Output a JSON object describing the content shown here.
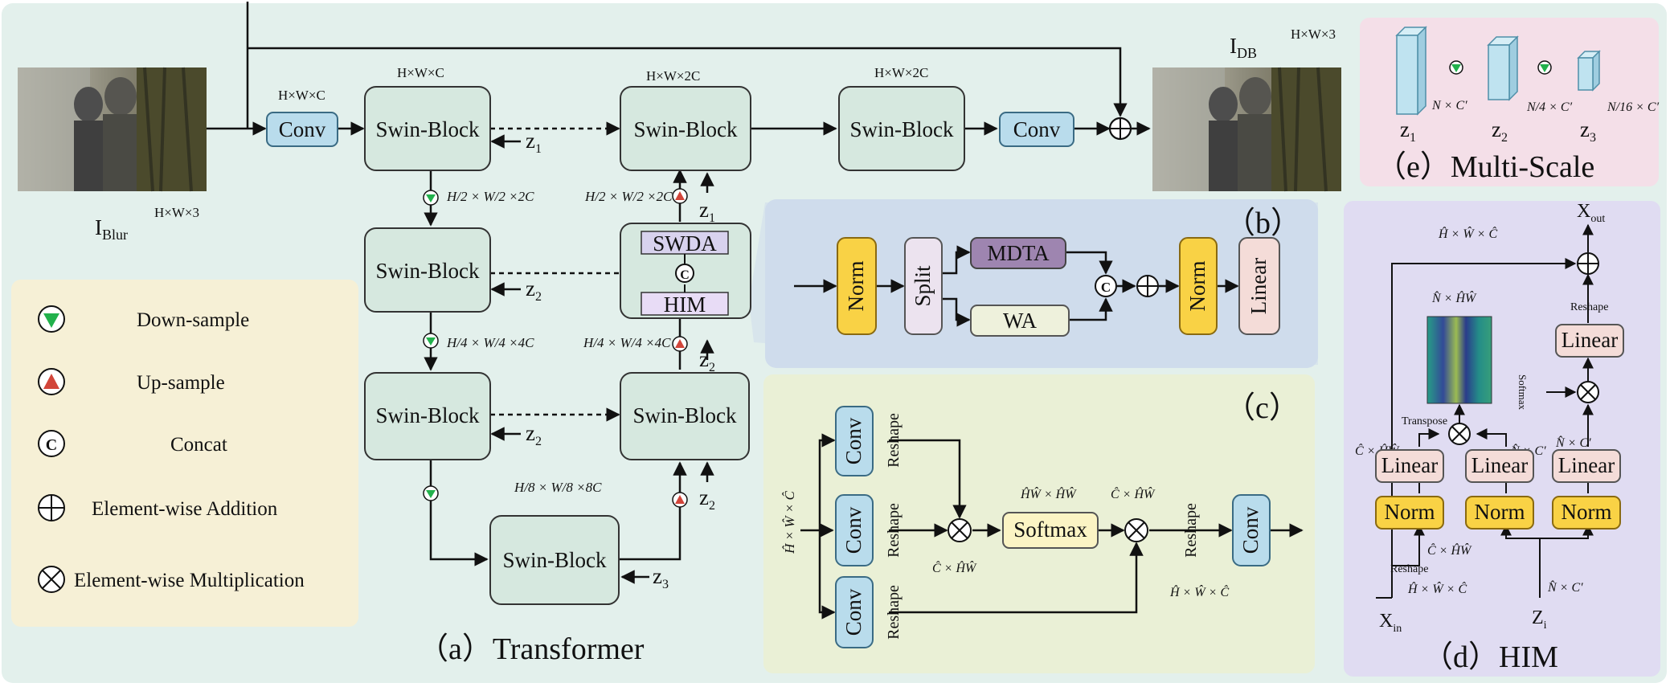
{
  "colors": {
    "main_panel": "#e3f0ec",
    "legend_panel": "#f6f0d6",
    "panel_b": "#cfdcec",
    "panel_c": "#eaf0d6",
    "panel_d": "#e0dcf2",
    "panel_e": "#f4dfe8",
    "swin_block": "#d6e8df",
    "conv_block": "#b9dcec",
    "norm_block": "#f9d245",
    "linear_block": "#f4dcd8",
    "mdta_block": "#9e85b0",
    "softmax_block": "#fbf4c4",
    "down_sample": "#22b14c",
    "up_sample": "#d2453a"
  },
  "icons": [
    "down-sample-icon",
    "up-sample-icon",
    "concat-icon",
    "add-icon",
    "multiply-icon"
  ],
  "inputs": {
    "blur_label": "I",
    "blur_sub": "Blur",
    "blur_dim": "H×W×3",
    "db_label": "I",
    "db_sub": "DB",
    "db_dim": "H×W×3"
  },
  "transformer": {
    "title": "（a）Transformer",
    "swin": "Swin-Block",
    "conv": "Conv",
    "swda": "SWDA",
    "him": "HIM",
    "concat": "C",
    "dim_conv_in": "H×W×C",
    "dim_swin1": "H×W×C",
    "dim_swin_up1": "H×W×2C",
    "dim_swin_out": "H×W×2C",
    "dim_down1": "H/2 × W/2 ×2C",
    "dim_up1": "H/2 × W/2 ×2C",
    "dim_down2": "H/4 × W/4 ×4C",
    "dim_up2": "H/4 × W/4 ×4C",
    "dim_bottom": "H/8 × W/8 ×8C",
    "z": "z",
    "z1": "1",
    "z2": "2",
    "z3": "3"
  },
  "legend": {
    "items": [
      "Down-sample",
      "Up-sample",
      "Concat",
      "Element-wise Addition",
      "Element-wise Multiplication"
    ]
  },
  "panel_b": {
    "label": "（b）",
    "norm": "Norm",
    "split": "Split",
    "mdta": "MDTA",
    "wa": "WA",
    "norm2": "Norm",
    "linear": "Linear",
    "concat": "C"
  },
  "panel_c": {
    "label": "（c）",
    "conv": "Conv",
    "reshape": "Reshape",
    "softmax": "Softmax",
    "dim_in": "Ĥ × Ŵ × Ĉ",
    "dim_mul1": "Ĉ × ĤŴ",
    "dim_softmax": "ĤŴ × ĤŴ",
    "dim_mul2": "Ĉ × ĤŴ",
    "dim_out": "Ĥ × Ŵ × Ĉ"
  },
  "panel_d": {
    "title": "（d）HIM",
    "x_out": "X",
    "x_out_sub": "out",
    "x_in": "X",
    "x_in_sub": "in",
    "z_i": "Z",
    "z_i_sub": "i",
    "linear": "Linear",
    "norm": "Norm",
    "reshape": "Reshape",
    "transpose": "Transpose",
    "softmax": "Softmax",
    "dim_top": "Ĥ × Ŵ × Ĉ",
    "dim_attn": "N̂ × ĤŴ",
    "dim_c_hw": "Ĉ × ĤŴ",
    "dim_n_c1": "N̂ × C′",
    "dim_n_c2": "N̂ × C′",
    "dim_c_hw2": "Ĉ × ĤŴ",
    "dim_xin": "Ĥ × Ŵ × Ĉ",
    "dim_zi": "N̂ × C′"
  },
  "panel_e": {
    "title": "（e）Multi-Scale",
    "z": "z",
    "z1": "1",
    "z2": "2",
    "z3": "3",
    "dim1": "N × C′",
    "dim2": "N/4 × C′",
    "dim3": "N/16 × C′"
  }
}
